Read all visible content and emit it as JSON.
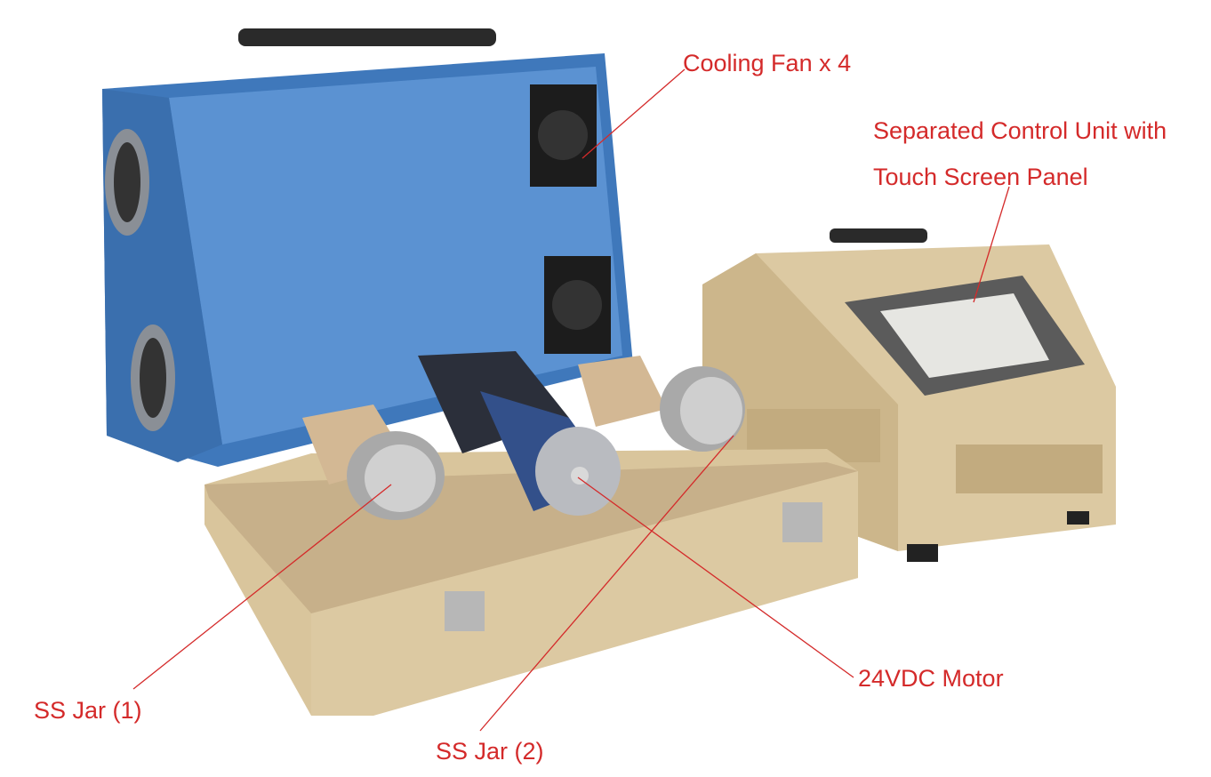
{
  "labels": {
    "cooling_fan": "Cooling Fan x 4",
    "control_unit_line1": "Separated Control Unit with",
    "control_unit_line2": "Touch Screen Panel",
    "motor": "24VDC Motor",
    "jar1": "SS Jar (1)",
    "jar2": "SS Jar (2)"
  },
  "colors": {
    "annotation": "#d42a2a",
    "lid_blue": "#4f86c6",
    "body_beige": "#d8c49c"
  }
}
